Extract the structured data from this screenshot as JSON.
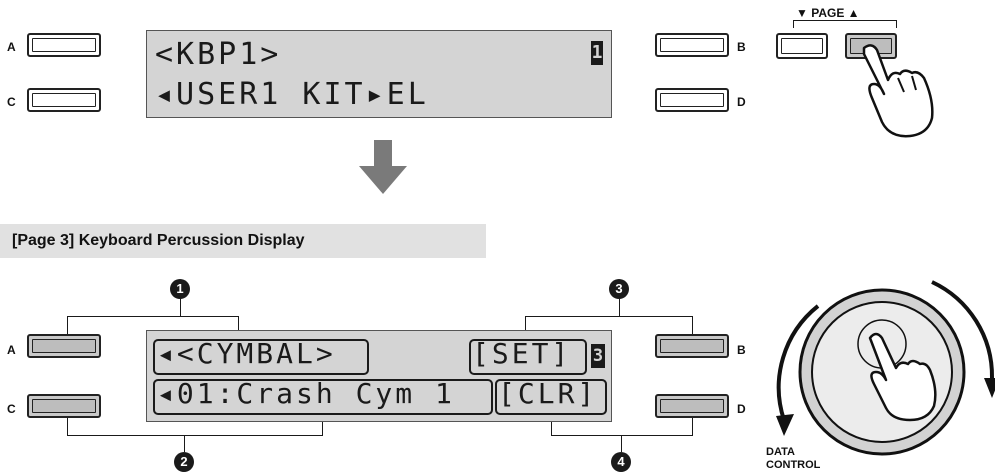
{
  "top_panel": {
    "button_letters": {
      "a": "A",
      "b": "B",
      "c": "C",
      "d": "D"
    },
    "lcd_line1": "<KBP1>",
    "lcd_line2": "◂USER1 KIT▸EL",
    "lcd_page_indicator": "1",
    "page_label": "▼ PAGE ▲"
  },
  "section_title": "[Page 3] Keyboard Percussion Display",
  "bottom_panel": {
    "button_letters": {
      "a": "A",
      "b": "B",
      "c": "C",
      "d": "D"
    },
    "lcd_line1_left": "◂<CYMBAL>",
    "lcd_line1_right": "[SET]",
    "lcd_page_indicator": "3",
    "lcd_line2_left": "◂01:Crash Cym 1",
    "lcd_line2_right": "[CLR]",
    "callouts": {
      "c1": "1",
      "c2": "2",
      "c3": "3",
      "c4": "4"
    },
    "data_control_label_1": "DATA",
    "data_control_label_2": "CONTROL"
  },
  "colors": {
    "lcd_bg": "#d4d4d4",
    "lit_button": "#c9c9c9",
    "arrow": "#7a7a7a",
    "strip": "#e1e1e1"
  },
  "icons": [
    "hand-pointer-icon",
    "down-arrow-icon",
    "rotate-arrows-icon"
  ]
}
